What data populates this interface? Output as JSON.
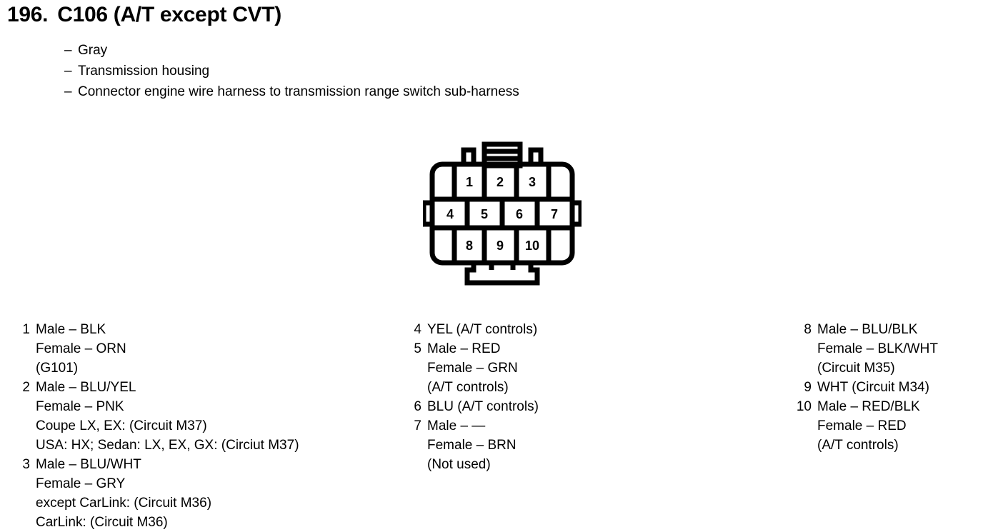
{
  "title": {
    "number": "196.",
    "name": "C106 (A/T except CVT)"
  },
  "descriptors": [
    {
      "dash": "–",
      "text": "Gray"
    },
    {
      "dash": "–",
      "text": "Transmission housing"
    },
    {
      "dash": "–",
      "text": "Connector engine wire harness to transmission range switch sub-harness"
    }
  ],
  "connector": {
    "name": "connector-pinout-diagram",
    "rows": [
      {
        "pins": [
          "1",
          "2",
          "3"
        ]
      },
      {
        "pins": [
          "4",
          "5",
          "6",
          "7"
        ]
      },
      {
        "pins": [
          "8",
          "9",
          "10"
        ]
      }
    ],
    "colors": {
      "outline": "#000000",
      "fill": "#ffffff"
    }
  },
  "legend": {
    "columns": [
      {
        "entries": [
          {
            "pin": "1",
            "lines": [
              "Male – BLK",
              "Female – ORN",
              "(G101)"
            ]
          },
          {
            "pin": "2",
            "lines": [
              "Male – BLU/YEL",
              "Female – PNK",
              "Coupe LX, EX: (Circuit M37)",
              "USA: HX; Sedan: LX, EX, GX: (Circiut M37)"
            ]
          },
          {
            "pin": "3",
            "lines": [
              "Male – BLU/WHT",
              "Female – GRY",
              "except CarLink: (Circuit M36)",
              "CarLink: (Circuit M36)"
            ]
          }
        ]
      },
      {
        "entries": [
          {
            "pin": "4",
            "lines": [
              "YEL (A/T controls)"
            ]
          },
          {
            "pin": "5",
            "lines": [
              "Male – RED",
              "Female – GRN",
              "(A/T controls)"
            ]
          },
          {
            "pin": "6",
            "lines": [
              "BLU (A/T controls)"
            ]
          },
          {
            "pin": "7",
            "lines": [
              "Male – —",
              "Female – BRN",
              "(Not used)"
            ]
          }
        ]
      },
      {
        "entries": [
          {
            "pin": "8",
            "lines": [
              "Male – BLU/BLK",
              "Female – BLK/WHT",
              "(Circuit M35)"
            ]
          },
          {
            "pin": "9",
            "lines": [
              "WHT (Circuit M34)"
            ]
          },
          {
            "pin": "10",
            "lines": [
              "Male – RED/BLK",
              "Female – RED",
              "(A/T controls)"
            ]
          }
        ]
      }
    ]
  }
}
